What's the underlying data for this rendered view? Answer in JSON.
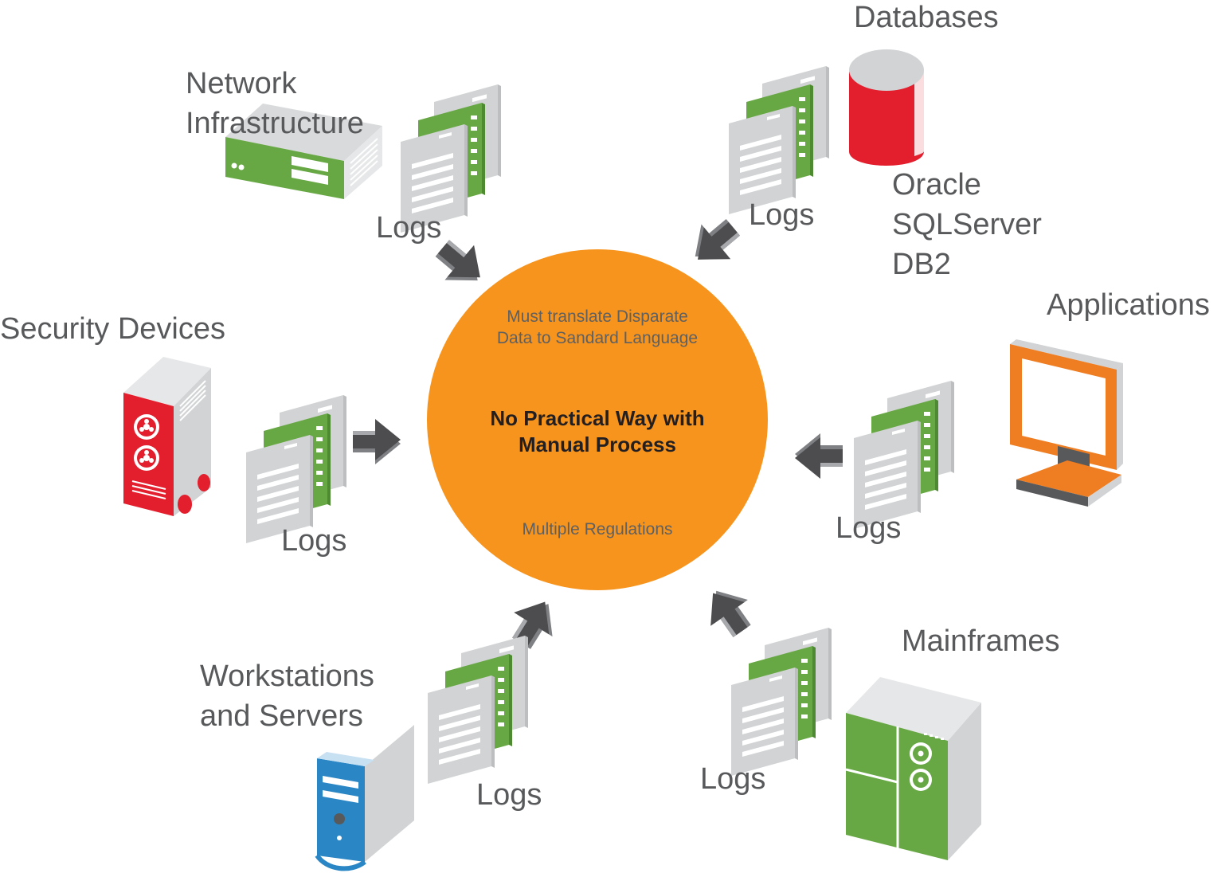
{
  "hub": {
    "top_line1": "Must translate Disparate",
    "top_line2": "Data to Sandard Language",
    "main_line1": "No Practical Way with",
    "main_line2": "Manual Process",
    "bottom": "Multiple Regulations"
  },
  "sources": {
    "network": {
      "line1": "Network",
      "line2": "Infrastructure",
      "logs": "Logs"
    },
    "databases": {
      "title": "Databases",
      "logs": "Logs",
      "items": [
        "Oracle",
        "SQLServer",
        "DB2"
      ]
    },
    "security": {
      "title": "Security Devices",
      "logs": "Logs"
    },
    "applications": {
      "title": "Applications",
      "logs": "Logs"
    },
    "workstations": {
      "line1": "Workstations",
      "line2": "and Servers",
      "logs": "Logs"
    },
    "mainframes": {
      "title": "Mainframes",
      "logs": "Logs"
    }
  },
  "colors": {
    "hub": "#f7941d",
    "green": "#67a844",
    "red": "#e31e2d",
    "orange": "#ef7d22",
    "blue": "#2a86c4",
    "gray_light": "#d1d3d4",
    "arrow": "#58595b",
    "text": "#58595b"
  }
}
